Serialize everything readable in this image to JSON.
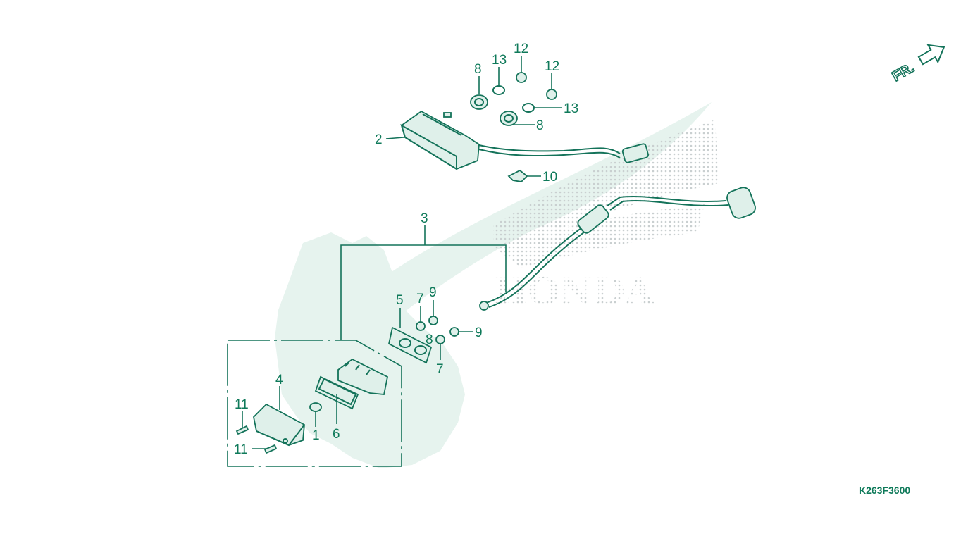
{
  "diagram": {
    "code": "K263F3600",
    "direction_label": "FR.",
    "watermark": "HONDA",
    "callouts": {
      "c1": "1",
      "c2": "2",
      "c3": "3",
      "c4": "4",
      "c5": "5",
      "c6": "6",
      "c7a": "7",
      "c7b": "7",
      "c8a": "8",
      "c8b": "8",
      "c8c": "8",
      "c9a": "9",
      "c9b": "9",
      "c10": "10",
      "c11a": "11",
      "c11b": "11",
      "c12a": "12",
      "c12b": "12",
      "c13a": "13",
      "c13b": "13"
    }
  },
  "colors": {
    "ink": "#14735a",
    "label": "#0f7a5a",
    "watermark": "#e6f3ee",
    "watermark_dots": "#c9cfd0"
  },
  "icons": {
    "direction": "forward-arrow-icon",
    "logo": "honda-wing-logo"
  }
}
